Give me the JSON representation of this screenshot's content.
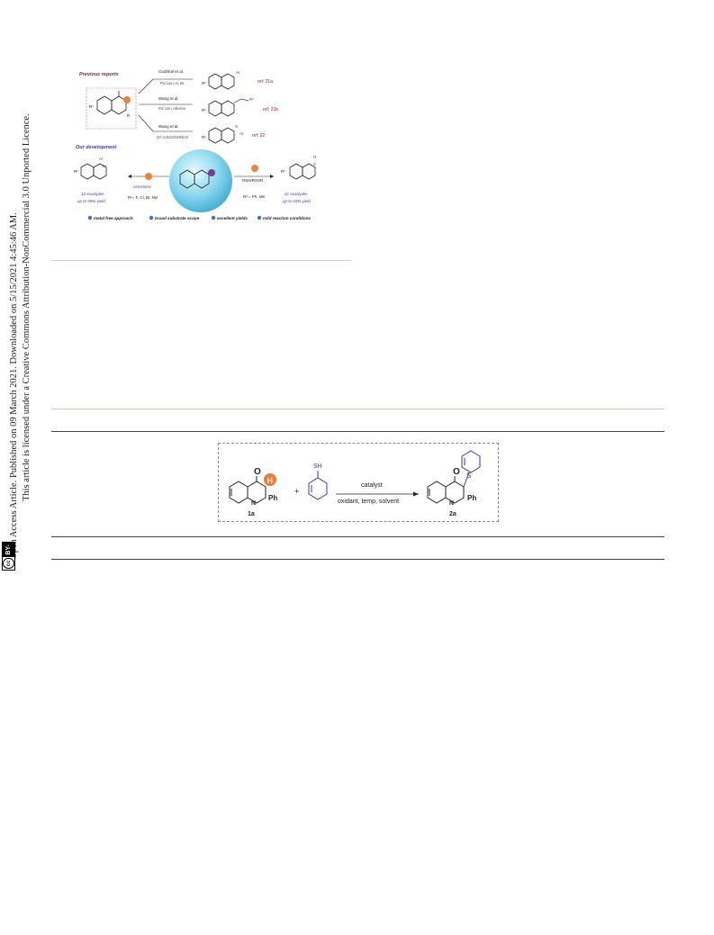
{
  "sidebar": {
    "line1": "Open Access Article. Published on 09 March 2021. Downloaded on 5/15/2021 4:45:46 AM.",
    "line2": "This article is licensed under a Creative Commons Attribution-NonCommercial 3.0 Unported Licence.",
    "badge_left": "cc",
    "badge_right": "BY-NC"
  },
  "figure1": {
    "previous_reports": "Previous reports",
    "our_development": "Our development",
    "route1_author": "Gudhhal et al.",
    "route1_conditions": "Pd cat./ Ar Br",
    "route1_ref": "ref: 21a",
    "route2_author": "Wang et al.",
    "route2_conditions": "Pd cat./ Alkene",
    "route2_ref": "ref: 21b",
    "route3_author": "Wang et al.",
    "route3_conditions": "I2/ ArSO2NHNH2",
    "route3_ref": "ref: 22",
    "left_reagent": "ArSeSeAr",
    "left_substituents": "R¹= F, Cl, Br, Me",
    "left_examples": "12 examples",
    "left_yield": "up to 95% yield",
    "right_reagent": "RSH/RSSR",
    "right_substituents": "R² = Ph, Me",
    "right_examples": "21 examples",
    "right_yield": "up to 93% yield",
    "features": [
      "metal free approach",
      "broad substrate scope",
      "excellent yields",
      "mild reaction conditions"
    ],
    "colors": {
      "heading": "#8b1c3c",
      "blue_text": "#3d3da8",
      "orange": "#f0803c",
      "purple": "#7a3a9a",
      "sphere": "#7fd3ec",
      "feature_dot": "#3b6fd1"
    }
  },
  "scheme": {
    "compound_left": "1a",
    "compound_right": "2a",
    "plus": "+",
    "thiol_label": "SH",
    "arrow_top": "catalyst",
    "arrow_bottom": "oxidant, temp, solvent",
    "h_label": "H",
    "ph_label": "Ph",
    "n_label": "N",
    "o_label": "O",
    "s_label": "S",
    "colors": {
      "highlight": "#f07a3a",
      "blue": "#3a3aa8"
    }
  }
}
